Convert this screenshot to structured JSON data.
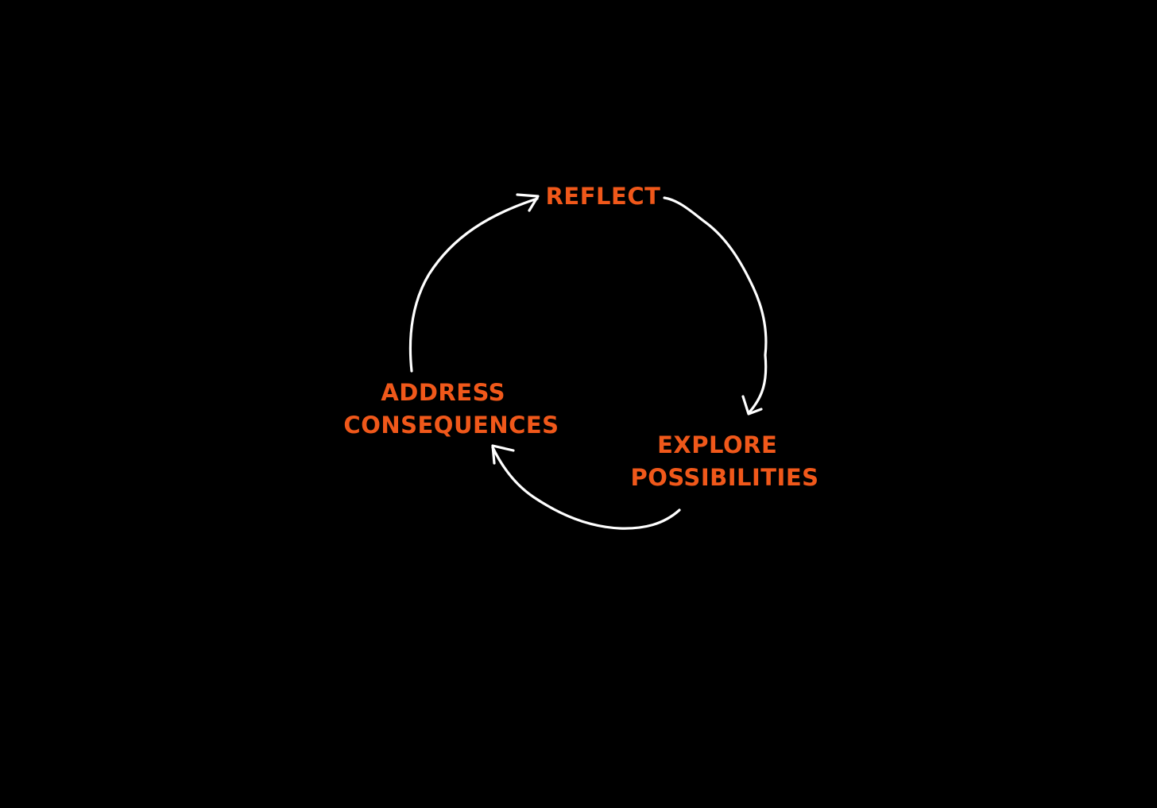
{
  "diagram": {
    "background_color": "#000000",
    "label_color": "#F0581A",
    "arrow_color": "#FFFFFF",
    "nodes": [
      {
        "id": "reflect",
        "lines": [
          "REFLECT"
        ]
      },
      {
        "id": "explore",
        "lines": [
          "EXPLORE",
          "POSSIBILITIES"
        ]
      },
      {
        "id": "address",
        "lines": [
          "ADDRESS",
          "CONSEQUENCES"
        ]
      }
    ],
    "edges": [
      {
        "from": "reflect",
        "to": "explore"
      },
      {
        "from": "explore",
        "to": "address"
      },
      {
        "from": "address",
        "to": "reflect"
      }
    ]
  }
}
